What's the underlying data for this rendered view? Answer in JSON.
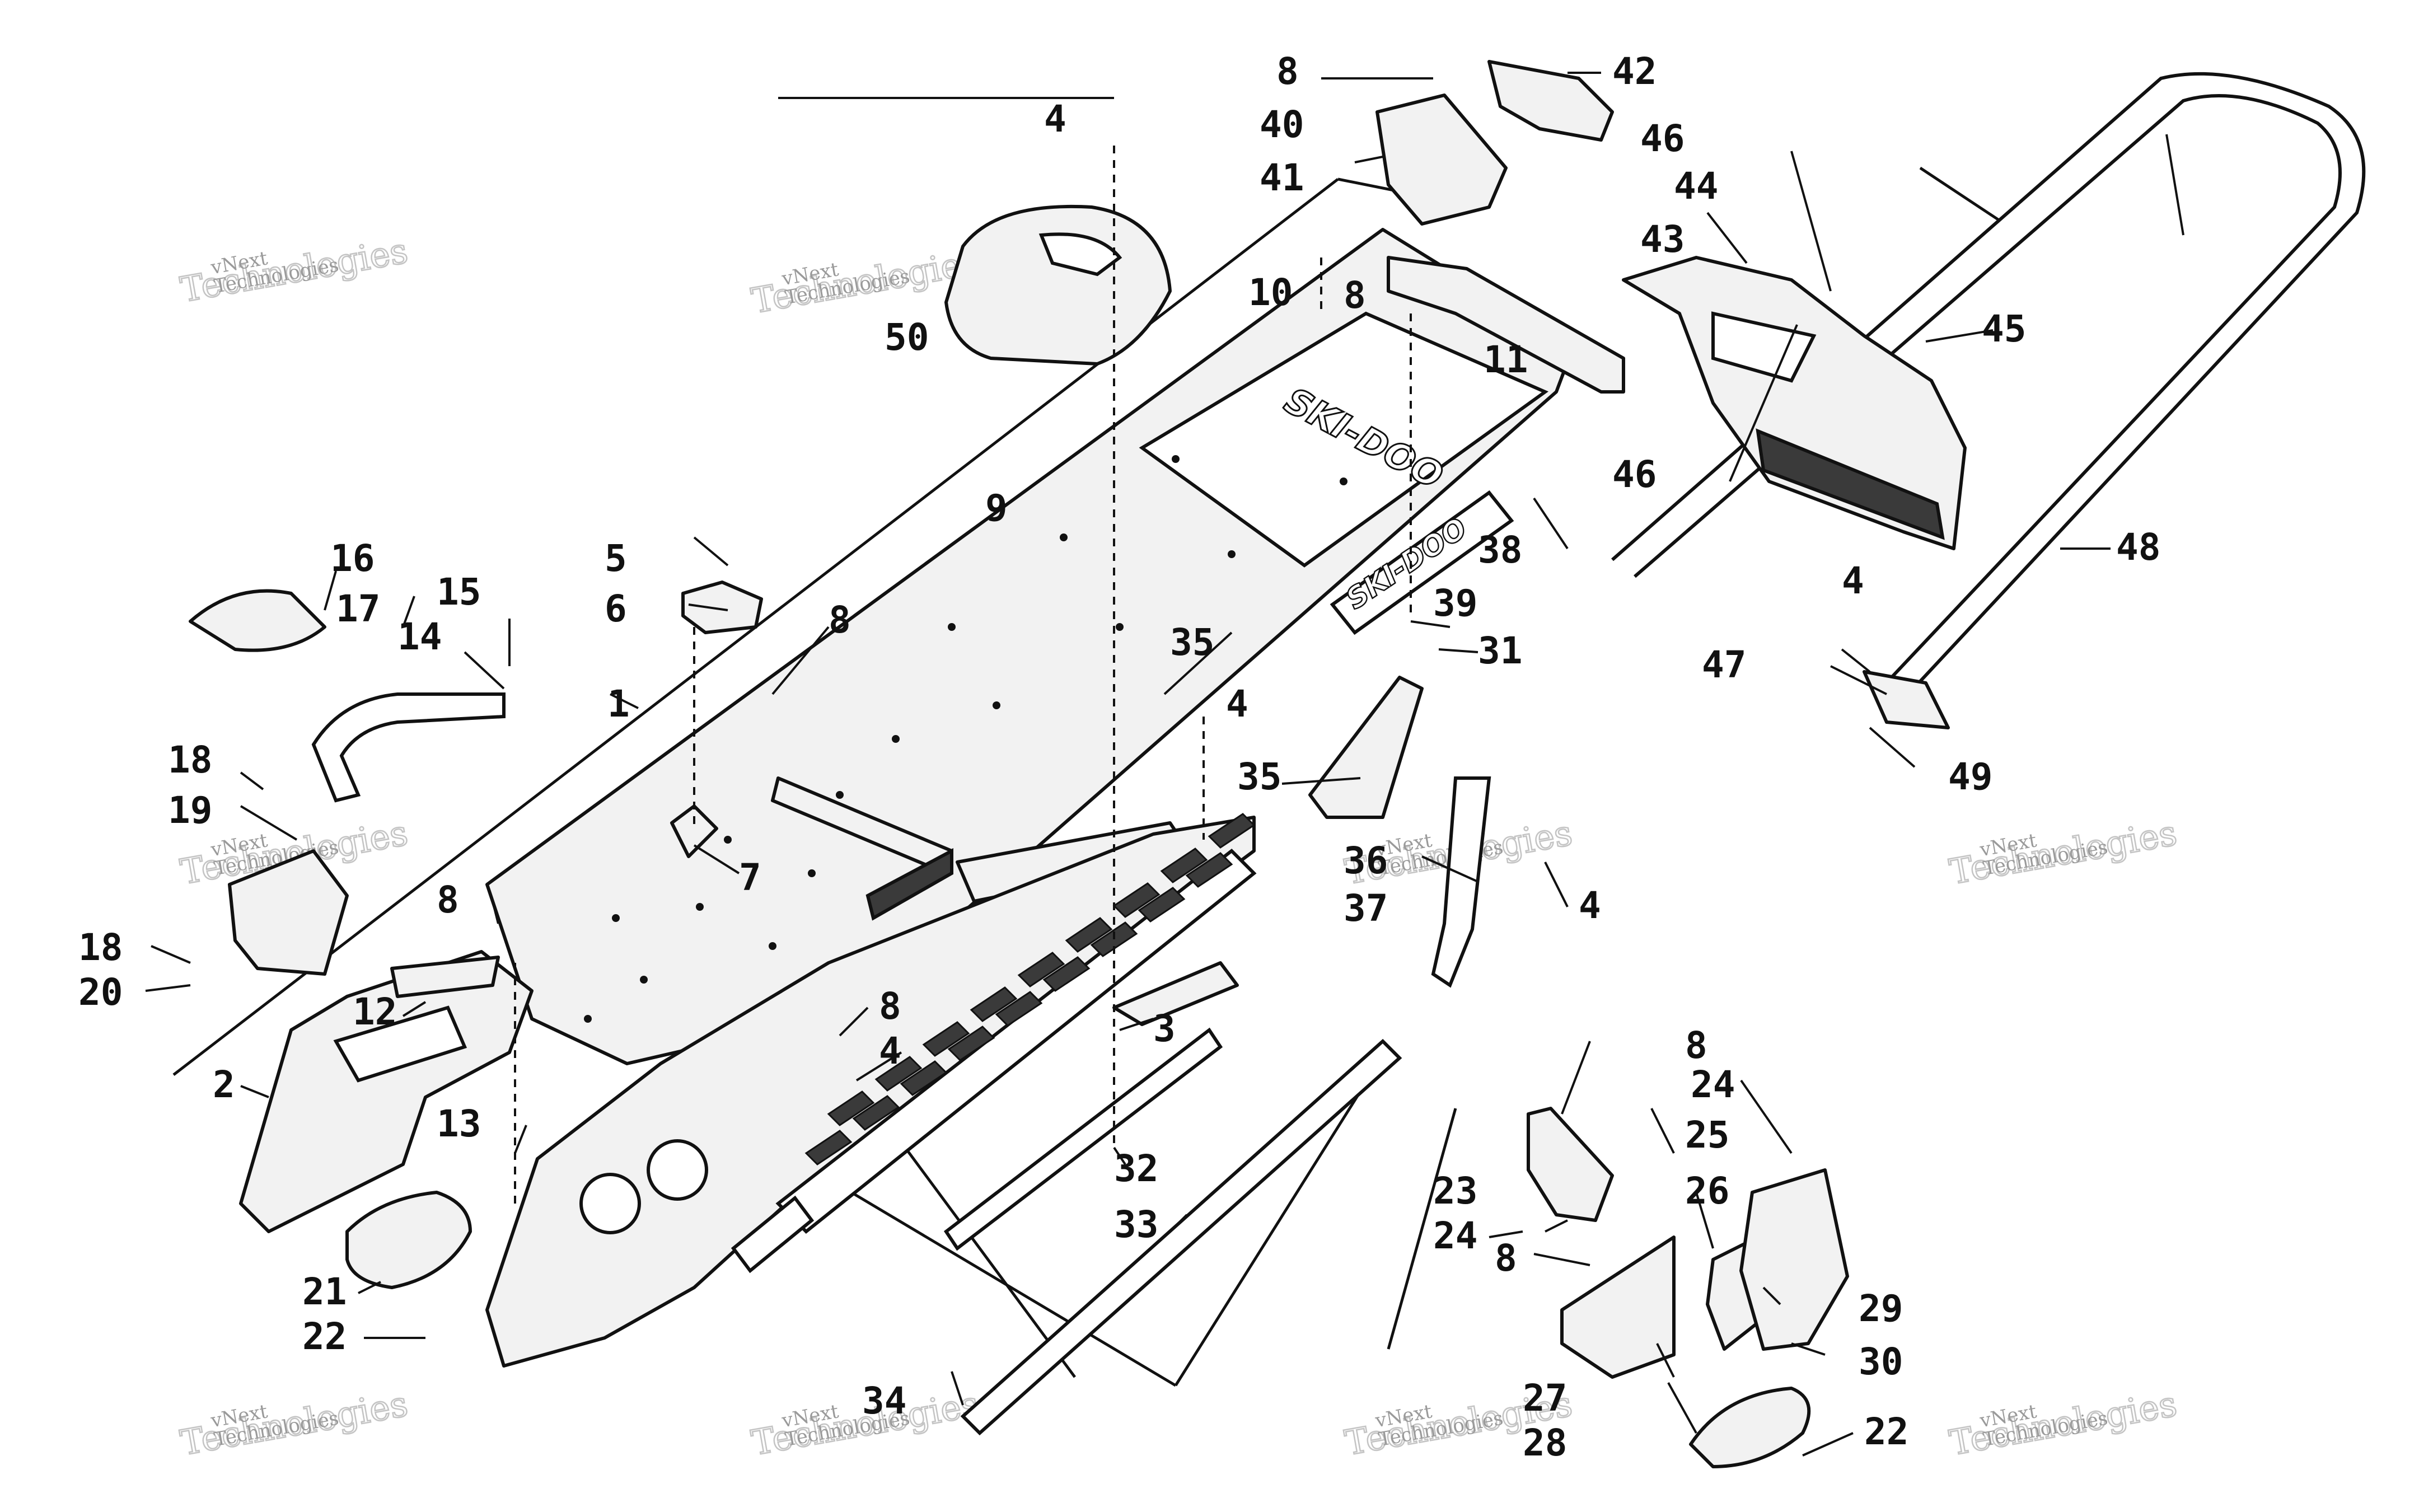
{
  "callouts": [
    {
      "id": "c1",
      "label": "1"
    },
    {
      "id": "c2",
      "label": "2"
    },
    {
      "id": "c3",
      "label": "3"
    },
    {
      "id": "c4a",
      "label": "4"
    },
    {
      "id": "c4b",
      "label": "4"
    },
    {
      "id": "c4c",
      "label": "4"
    },
    {
      "id": "c4d",
      "label": "4"
    },
    {
      "id": "c4e",
      "label": "4"
    },
    {
      "id": "c5",
      "label": "5"
    },
    {
      "id": "c6",
      "label": "6"
    },
    {
      "id": "c7",
      "label": "7"
    },
    {
      "id": "c8a",
      "label": "8"
    },
    {
      "id": "c8b",
      "label": "8"
    },
    {
      "id": "c8c",
      "label": "8"
    },
    {
      "id": "c8d",
      "label": "8"
    },
    {
      "id": "c8e",
      "label": "8"
    },
    {
      "id": "c8f",
      "label": "8"
    },
    {
      "id": "c9",
      "label": "9"
    },
    {
      "id": "c10",
      "label": "10"
    },
    {
      "id": "c11",
      "label": "11"
    },
    {
      "id": "c12",
      "label": "12"
    },
    {
      "id": "c13",
      "label": "13"
    },
    {
      "id": "c14",
      "label": "14"
    },
    {
      "id": "c15",
      "label": "15"
    },
    {
      "id": "c16",
      "label": "16"
    },
    {
      "id": "c17",
      "label": "17"
    },
    {
      "id": "c18a",
      "label": "18"
    },
    {
      "id": "c18b",
      "label": "18"
    },
    {
      "id": "c19",
      "label": "19"
    },
    {
      "id": "c20",
      "label": "20"
    },
    {
      "id": "c21",
      "label": "21"
    },
    {
      "id": "c22a",
      "label": "22"
    },
    {
      "id": "c22b",
      "label": "22"
    },
    {
      "id": "c23",
      "label": "23"
    },
    {
      "id": "c24a",
      "label": "24"
    },
    {
      "id": "c24b",
      "label": "24"
    },
    {
      "id": "c25",
      "label": "25"
    },
    {
      "id": "c26",
      "label": "26"
    },
    {
      "id": "c27",
      "label": "27"
    },
    {
      "id": "c28",
      "label": "28"
    },
    {
      "id": "c29",
      "label": "29"
    },
    {
      "id": "c30",
      "label": "30"
    },
    {
      "id": "c31",
      "label": "31"
    },
    {
      "id": "c32",
      "label": "32"
    },
    {
      "id": "c33",
      "label": "33"
    },
    {
      "id": "c34",
      "label": "34"
    },
    {
      "id": "c35a",
      "label": "35"
    },
    {
      "id": "c35b",
      "label": "35"
    },
    {
      "id": "c36",
      "label": "36"
    },
    {
      "id": "c37",
      "label": "37"
    },
    {
      "id": "c38",
      "label": "38"
    },
    {
      "id": "c39",
      "label": "39"
    },
    {
      "id": "c40",
      "label": "40"
    },
    {
      "id": "c41",
      "label": "41"
    },
    {
      "id": "c42",
      "label": "42"
    },
    {
      "id": "c43",
      "label": "43"
    },
    {
      "id": "c44",
      "label": "44"
    },
    {
      "id": "c45",
      "label": "45"
    },
    {
      "id": "c46a",
      "label": "46"
    },
    {
      "id": "c46b",
      "label": "46"
    },
    {
      "id": "c47",
      "label": "47"
    },
    {
      "id": "c48",
      "label": "48"
    },
    {
      "id": "c49",
      "label": "49"
    },
    {
      "id": "c50",
      "label": "50"
    }
  ],
  "watermark": {
    "line1": "vNext",
    "line2": "Technologies"
  },
  "decal_text": {
    "tunnel": "SKI-DOO",
    "side": "SKI-DOO"
  },
  "colors": {
    "ink": "#111111",
    "watermark_fill": "#9a9a9a",
    "watermark_outline": "#c4c4c4",
    "background": "#ffffff"
  }
}
